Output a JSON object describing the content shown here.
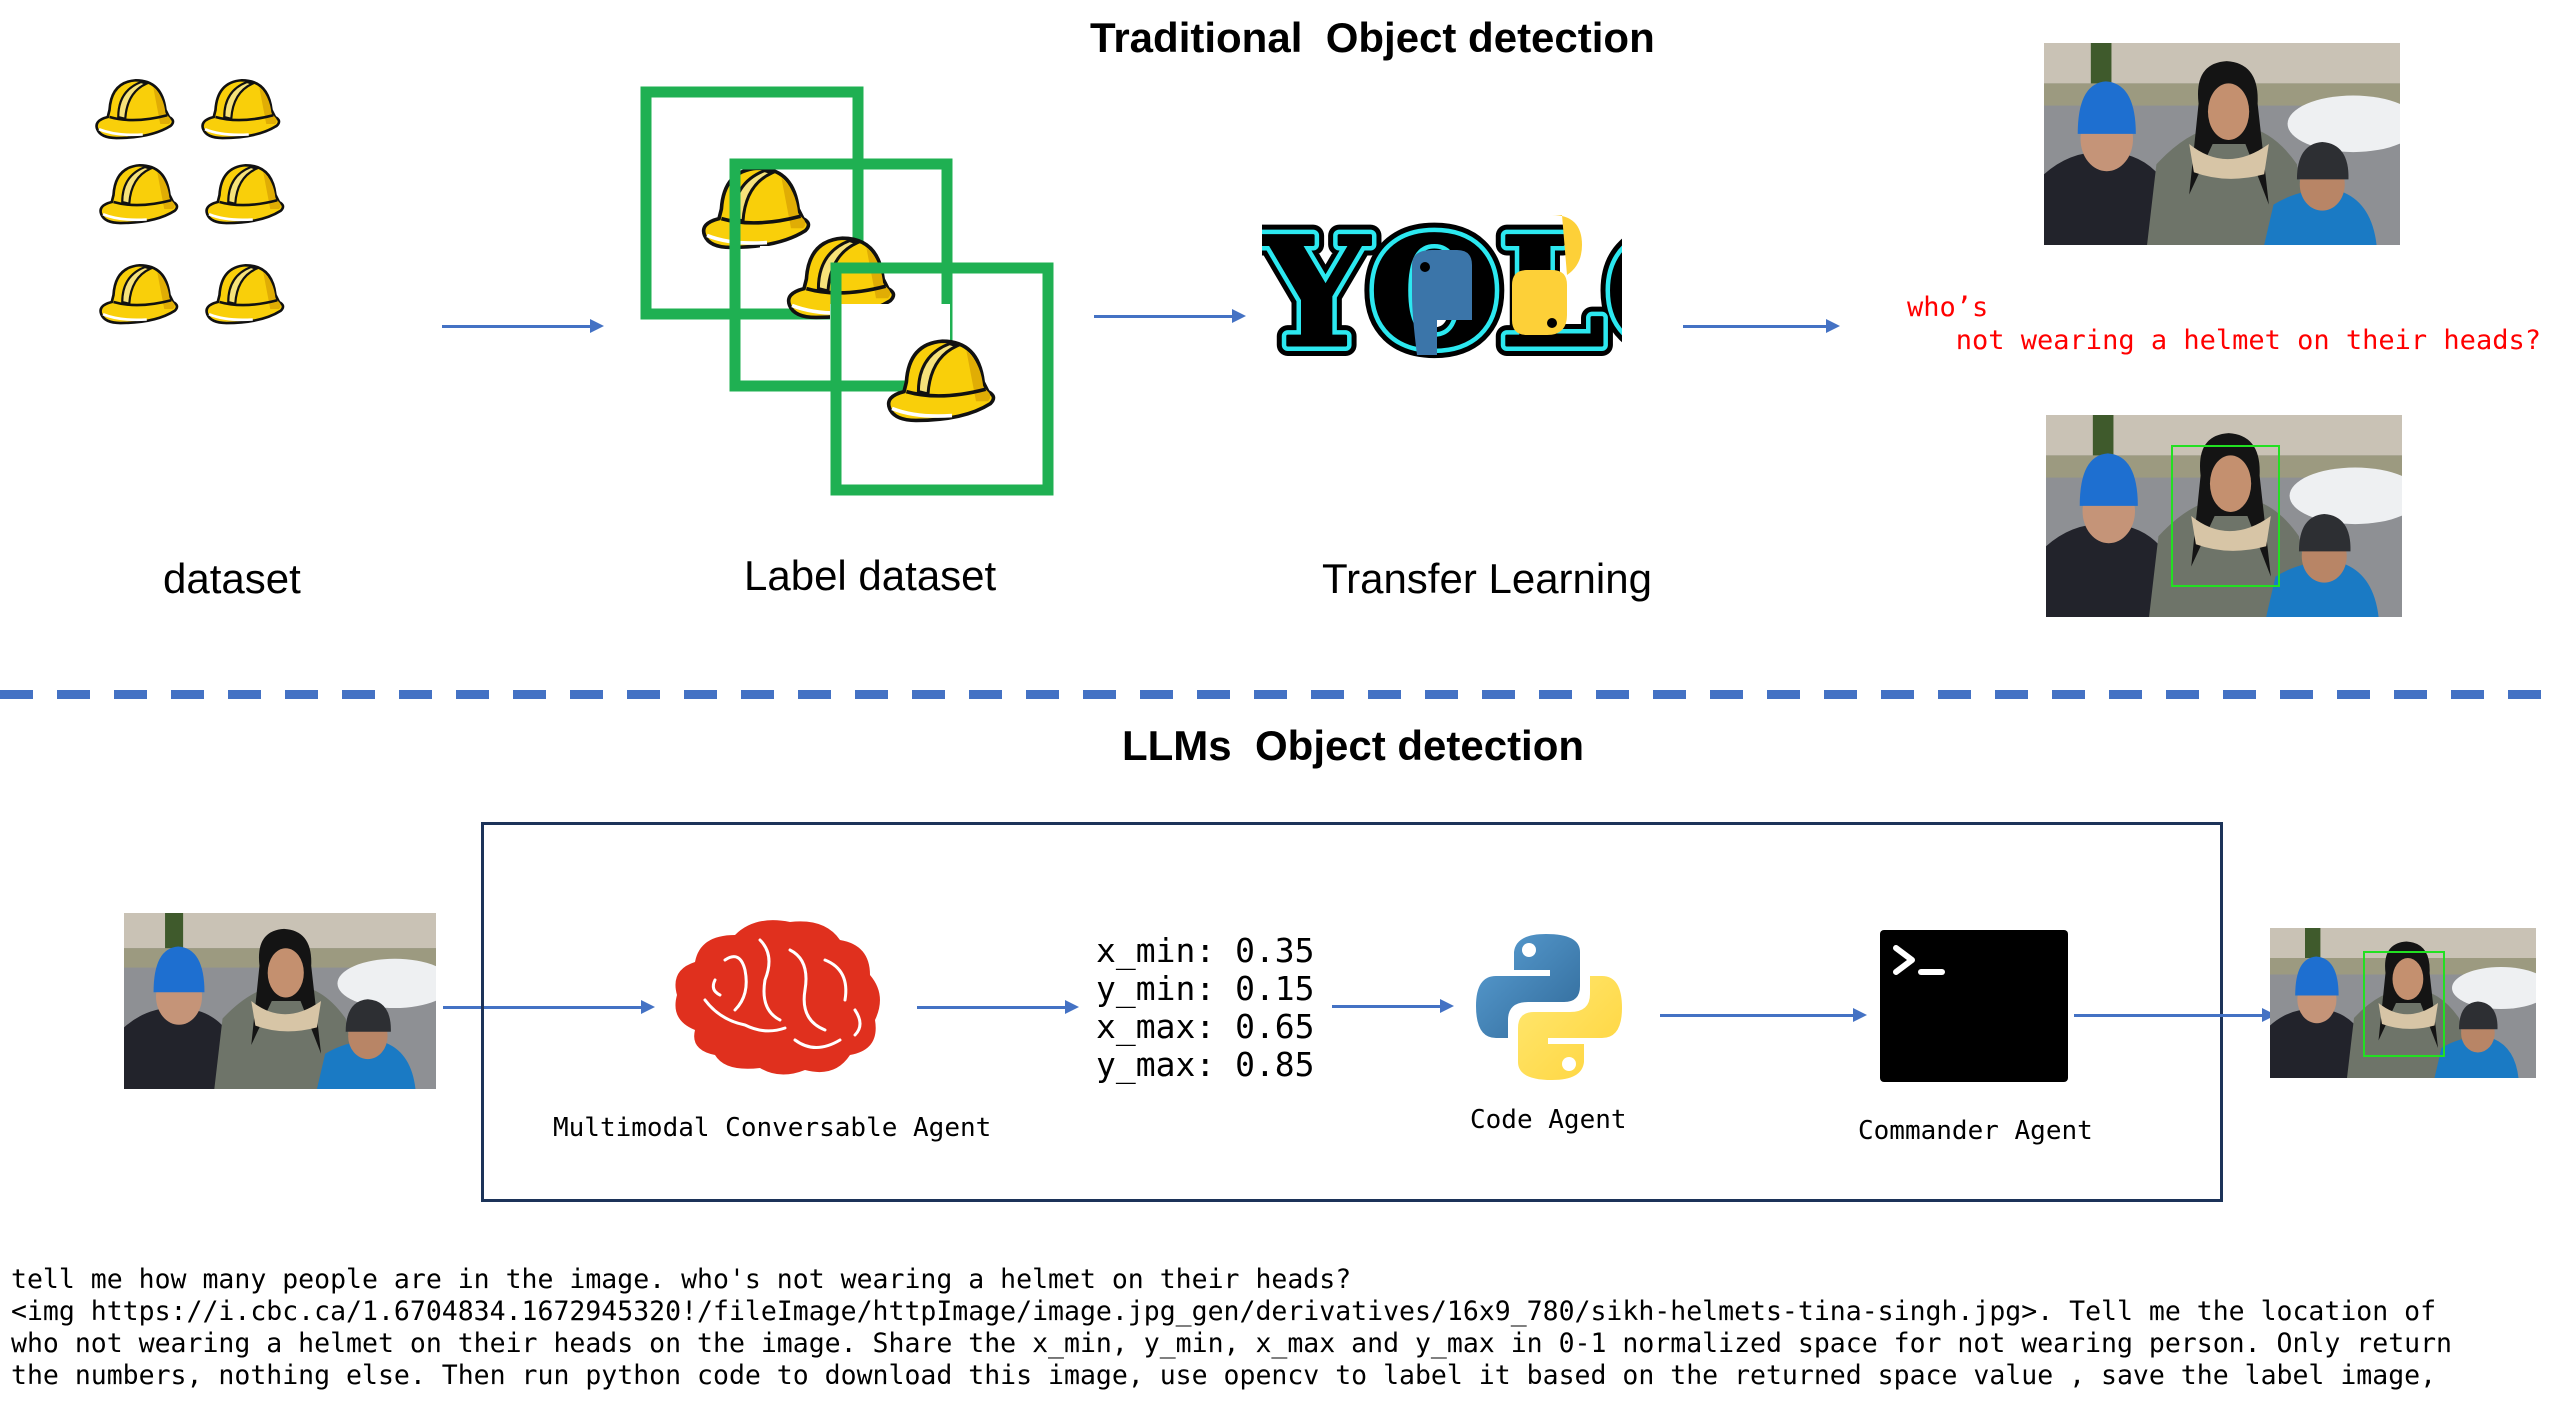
{
  "traditional": {
    "title": "Traditional  Object detection",
    "stages": [
      {
        "label": "dataset",
        "icon": "helmet-grid-icon"
      },
      {
        "label": "Label dataset",
        "icon": "labeled-helmets-icon"
      },
      {
        "label": "Transfer Learning",
        "icon": "yolo-python-logo"
      }
    ],
    "question_line1": "who’s",
    "question_line2": "   not wearing a helmet on their heads?",
    "question_color": "#ff0000"
  },
  "llm": {
    "title": "LLMs  Object detection",
    "agents": [
      {
        "label": "Multimodal Conversable Agent",
        "icon": "brain-icon"
      },
      {
        "label": "Code Agent",
        "icon": "python-logo-icon"
      },
      {
        "label": "Commander Agent",
        "icon": "terminal-icon"
      }
    ],
    "coordinates": {
      "x_min": "x_min: 0.35",
      "y_min": "y_min: 0.15",
      "x_max": "x_max: 0.65",
      "y_max": "y_max: 0.85"
    }
  },
  "prompt": {
    "line1": "tell me how many people are in the image. who's not wearing a helmet on their heads?",
    "line2": "<img https://i.cbc.ca/1.6704834.1672945320!/fileImage/httpImage/image.jpg_gen/derivatives/16x9_780/sikh-helmets-tina-singh.jpg>. Tell me the location of",
    "line3": "who not wearing a helmet on their heads on the image. Share the x_min, y_min, x_max and y_max in 0-1 normalized space for not wearing person. Only return",
    "line4": "the numbers, nothing else. Then run python code to download this image, use opencv to label it based on the returned space value , save the label image,"
  },
  "colors": {
    "arrow": "#4472c4",
    "label_box": "#1fb052",
    "detect_box": "#22e022",
    "agent_box_border": "#1c3359",
    "helmet": "#f9cf0a",
    "brain": "#e0301e"
  }
}
